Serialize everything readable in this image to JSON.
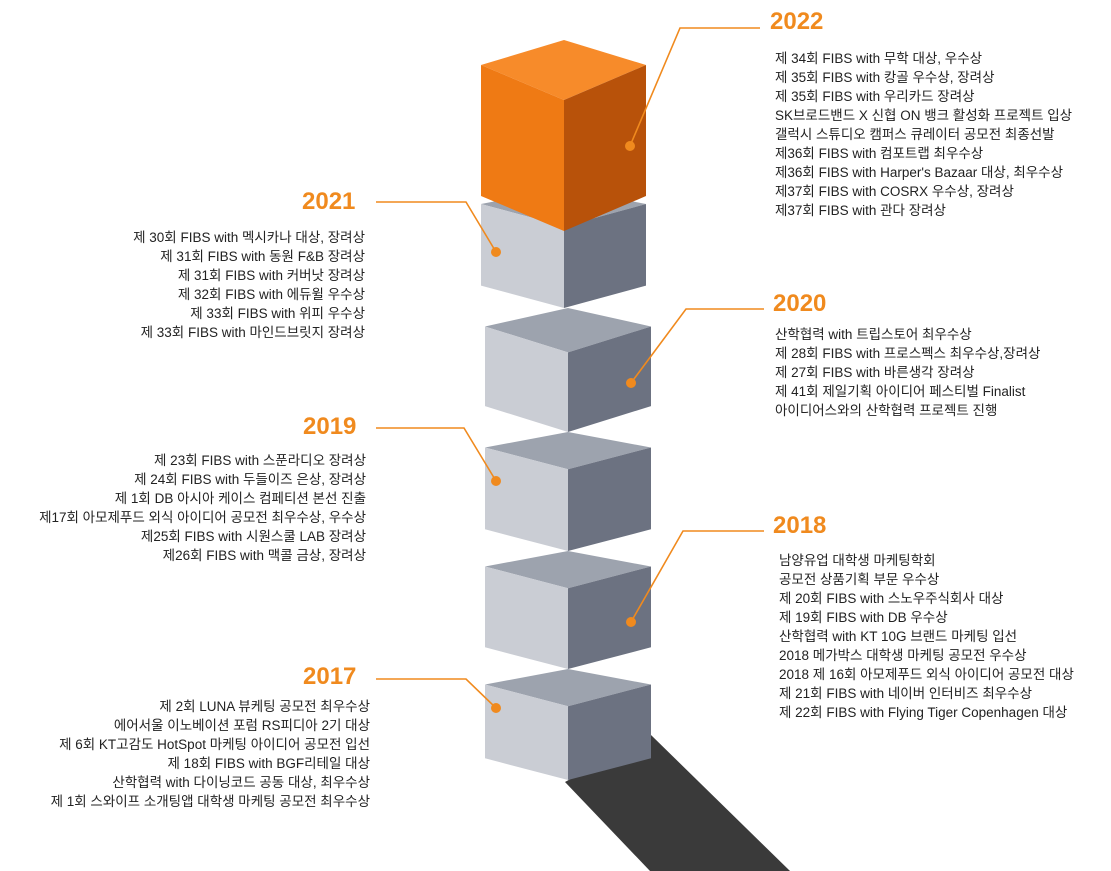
{
  "colors": {
    "accent": "#f08a1e",
    "block_top": "#9da3ae",
    "block_left": "#cacdd4",
    "block_right": "#6c7281",
    "top_block_top": "#f78b2a",
    "top_block_left": "#ef7a14",
    "top_block_right": "#b8520a",
    "shadow": "#3a3a3a",
    "text": "#222222"
  },
  "milestones": [
    {
      "year": "2022",
      "side": "right",
      "items": [
        "제 34회 FIBS with 무학 대상, 우수상",
        "제 35회 FIBS with 캉골 우수상, 장려상",
        "제 35회 FIBS with 우리카드 장려상",
        "SK브로드밴드  X 신협 ON 뱅크 활성화 프로젝트 입상",
        "갤럭시 스튜디오 캠퍼스 큐레이터 공모전 최종선발",
        "제36회 FIBS with 컴포트랩 최우수상",
        "제36회 FIBS with Harper's Bazaar 대상, 최우수상",
        "제37회 FIBS with COSRX 우수상, 장려상",
        "제37회 FIBS with 관다 장려상"
      ]
    },
    {
      "year": "2021",
      "side": "left",
      "items": [
        "제 30회 FIBS with 멕시카나 대상, 장려상",
        "제 31회 FIBS with 동원 F&B 장려상",
        "제 31회 FIBS with 커버낫 장려상",
        "제 32회 FIBS with 에듀윌 우수상",
        "제 33회 FIBS with 위피 우수상",
        "제 33회 FIBS with 마인드브릿지 장려상"
      ]
    },
    {
      "year": "2020",
      "side": "right",
      "items": [
        "산학협력 with 트립스토어 최우수상",
        "제 28회 FIBS with 프로스펙스 최우수상,장려상",
        "제 27회 FIBS with 바른생각 장려상",
        "제 41회 제일기획 아이디어 페스티벌 Finalist",
        "아이디어스와의 산학협력 프로젝트 진행"
      ]
    },
    {
      "year": "2019",
      "side": "left",
      "items": [
        "제 23회 FIBS with 스푼라디오 장려상",
        "제 24회 FIBS with 두들이즈 은상, 장려상",
        "제 1회 DB 아시아 케이스 컴페티션 본선 진출",
        "제17회 아모제푸드 외식 아이디어 공모전 최우수상, 우수상",
        "제25회 FIBS with 시원스쿨 LAB 장려상",
        "제26회 FIBS with 맥콜 금상, 장려상"
      ]
    },
    {
      "year": "2018",
      "side": "right",
      "items": [
        "남양유업 대학생 마케팅학회",
        "공모전 상품기획 부문 우수상",
        "제 20회 FIBS with 스노우주식회사 대상",
        "제 19회 FIBS with DB 우수상",
        "산학협력 with KT 10G 브랜드 마케팅 입선",
        "2018 메가박스 대학생 마케팅 공모전 우수상",
        "2018 제 16회 아모제푸드 외식 아이디어 공모전 대상",
        "제 21회 FIBS with 네이버 인터비즈 최우수상",
        "제 22회 FIBS with Flying Tiger Copenhagen 대상"
      ]
    },
    {
      "year": "2017",
      "side": "left",
      "items": [
        "제 2회 LUNA 뷰케팅 공모전 최우수상",
        "에어서울 이노베이션 포럼 RS피디아 2기 대상",
        "제 6회 KT고감도 HotSpot 마케팅 아이디어 공모전 입선",
        "제 18회 FIBS with BGF리테일 대상",
        "산학협력 with 다이닝코드 공동 대상, 최우수상",
        "제 1회 스와이프 소개팅앱 대학생 마케팅 공모전 최우수상"
      ]
    }
  ]
}
